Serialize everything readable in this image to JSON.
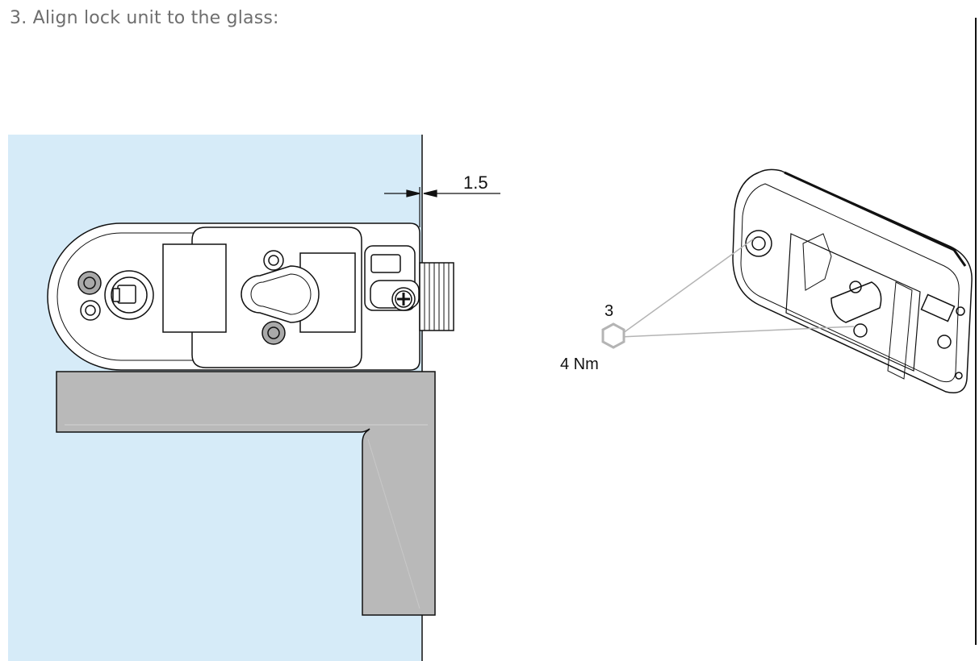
{
  "title": "3. Align lock unit to the glass:",
  "dimension": {
    "gap": "1.5"
  },
  "tool": {
    "hex_size": "3",
    "torque": "4 Nm"
  },
  "colors": {
    "glass": "#d6ebf8",
    "profile": "#b9b9b9",
    "screw": "#a9a9a9",
    "line": "#111111",
    "leader": "#b4b4b4"
  }
}
